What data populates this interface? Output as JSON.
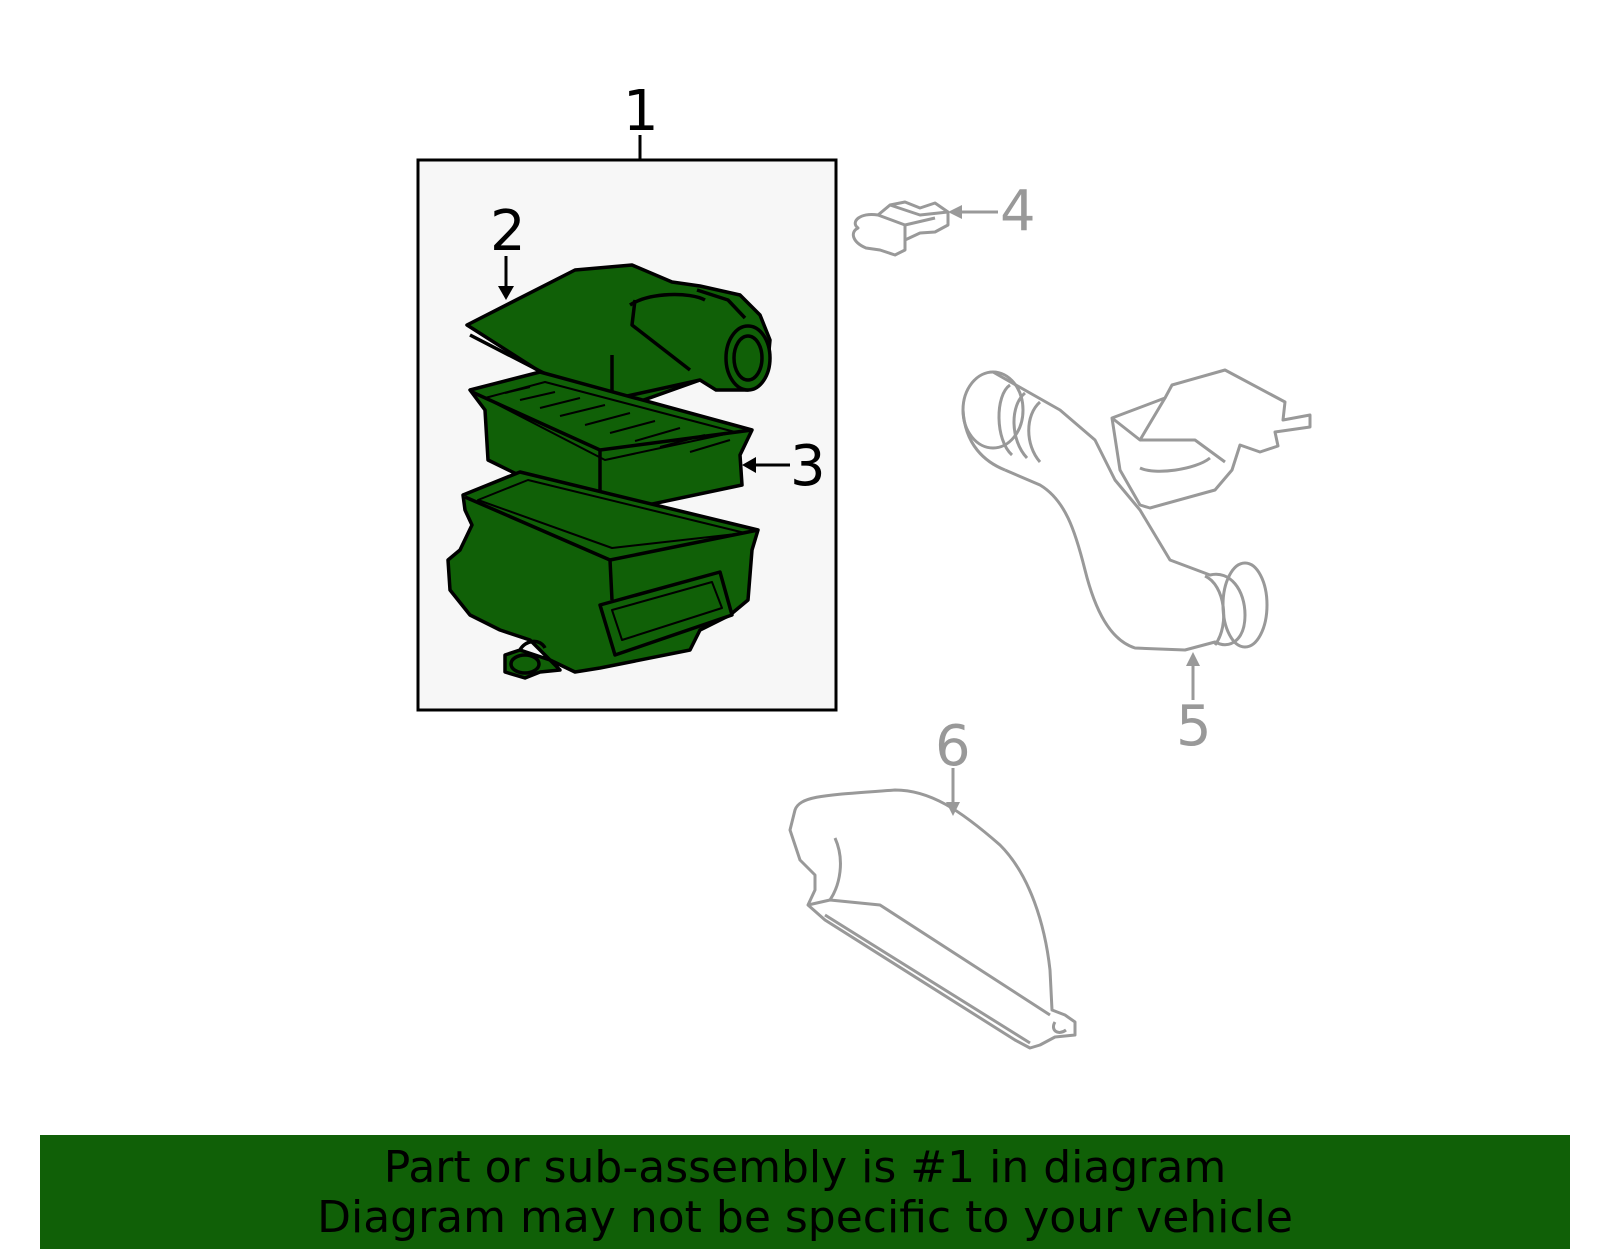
{
  "callouts": {
    "c1": "1",
    "c2": "2",
    "c3": "3",
    "c4": "4",
    "c5": "5",
    "c6": "6"
  },
  "banner": {
    "line1": "Part or sub-assembly is #1 in diagram",
    "line2": "Diagram may not be specific to your vehicle"
  },
  "colors": {
    "highlight_fill": "#106007",
    "banner_bg": "#106007",
    "inactive_stroke": "#999999",
    "assembly_box_bg": "#f7f7f7",
    "line_dark": "#000000"
  },
  "parts": [
    {
      "ref": "c1",
      "highlighted": true
    },
    {
      "ref": "c2",
      "highlighted": true
    },
    {
      "ref": "c3",
      "highlighted": true
    },
    {
      "ref": "c4",
      "highlighted": false
    },
    {
      "ref": "c5",
      "highlighted": false
    },
    {
      "ref": "c6",
      "highlighted": false
    }
  ]
}
